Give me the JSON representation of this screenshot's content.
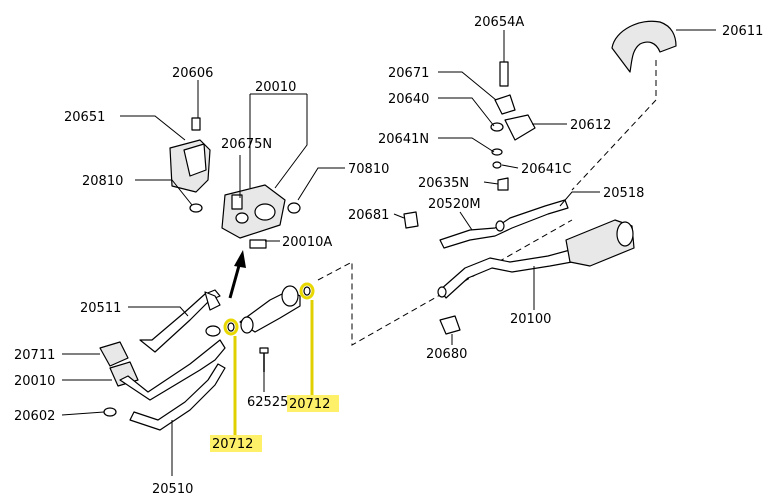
{
  "diagram": {
    "labels": {
      "p20606": "20606",
      "p20010_top": "20010",
      "p20651": "20651",
      "p20675N": "20675N",
      "p70810": "70810",
      "p20810": "20810",
      "p20010A": "20010A",
      "p20511": "20511",
      "p20711": "20711",
      "p20010_left": "20010",
      "p20602": "20602",
      "p62525": "62525",
      "p20712_left": "20712",
      "p20712_right": "20712",
      "p20510": "20510",
      "p20654A": "20654A",
      "p20611": "20611",
      "p20671": "20671",
      "p20640": "20640",
      "p20612": "20612",
      "p20641N": "20641N",
      "p20641C": "20641C",
      "p20635N": "20635N",
      "p20518": "20518",
      "p20681": "20681",
      "p20520M": "20520M",
      "p20100": "20100",
      "p20680": "20680"
    },
    "highlight": {
      "color": "#fff06a",
      "part": "20712"
    }
  }
}
